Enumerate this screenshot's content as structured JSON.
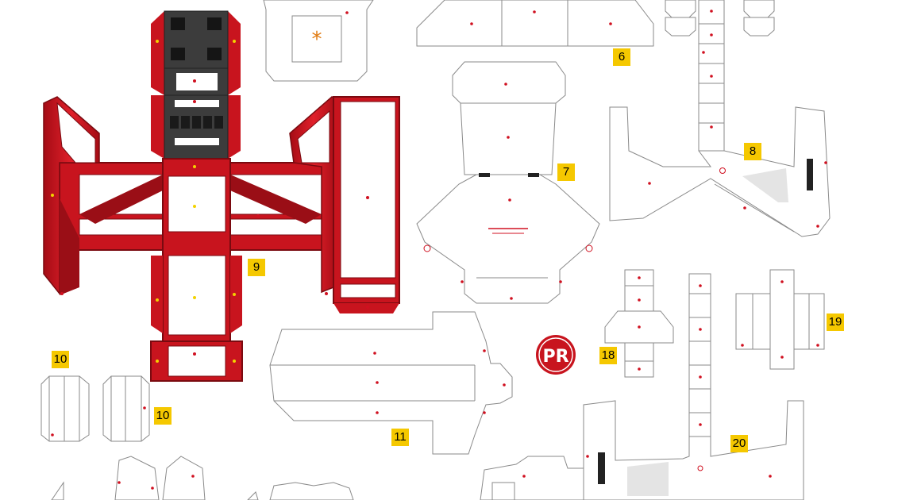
{
  "labels": {
    "l6": "6",
    "l7": "7",
    "l8": "8",
    "l9": "9",
    "l10a": "10",
    "l10b": "10",
    "l11": "11",
    "l18": "18",
    "l19": "19",
    "l20": "20"
  },
  "logo": {
    "text": "PR"
  },
  "colors": {
    "red": "#c8141e",
    "dark_red": "#7a0a10",
    "grey": "#3c3c3c",
    "label_yellow": "#f5c800",
    "outline": "#8a8a8a",
    "marker": "#d01020"
  }
}
